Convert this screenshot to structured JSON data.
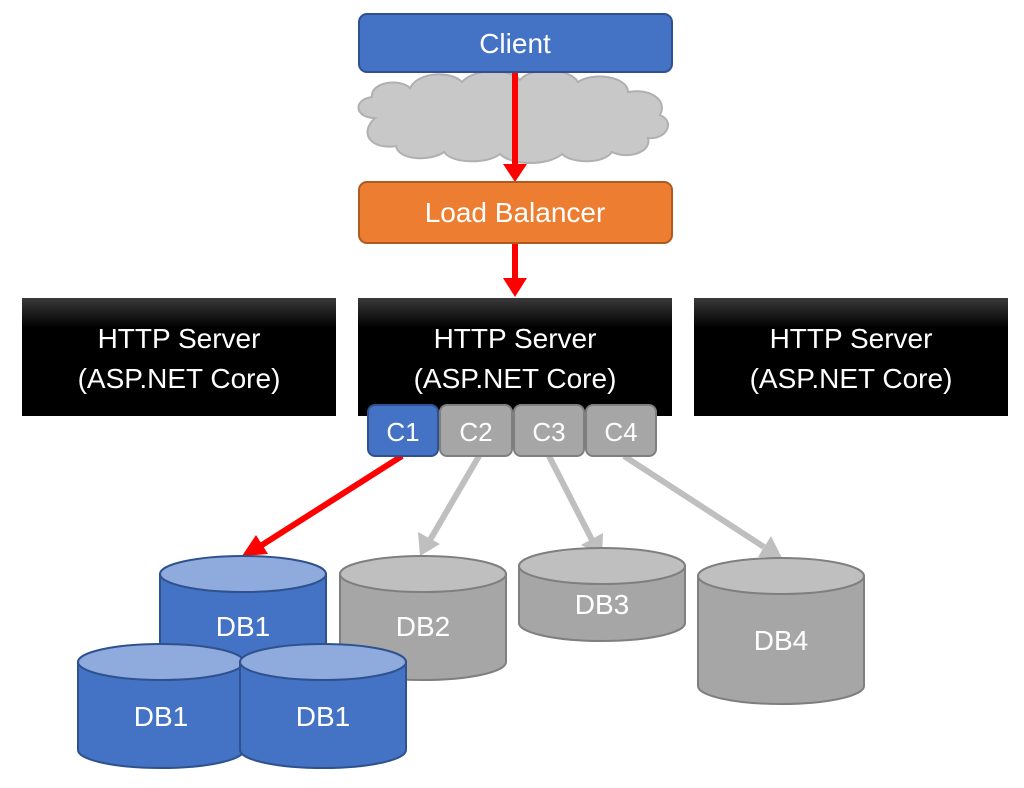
{
  "client": {
    "label": "Client"
  },
  "load_balancer": {
    "label": "Load Balancer"
  },
  "servers": [
    {
      "line1": "HTTP Server",
      "line2": "(ASP.NET Core)"
    },
    {
      "line1": "HTTP Server",
      "line2": "(ASP.NET Core)"
    },
    {
      "line1": "HTTP Server",
      "line2": "(ASP.NET Core)"
    }
  ],
  "connections": [
    {
      "label": "C1",
      "active": true
    },
    {
      "label": "C2",
      "active": false
    },
    {
      "label": "C3",
      "active": false
    },
    {
      "label": "C4",
      "active": false
    }
  ],
  "databases": [
    {
      "label": "DB1",
      "active": true
    },
    {
      "label": "DB2",
      "active": false
    },
    {
      "label": "DB3",
      "active": false
    },
    {
      "label": "DB4",
      "active": false
    },
    {
      "label": "DB1",
      "active": true
    },
    {
      "label": "DB1",
      "active": true
    }
  ],
  "colors": {
    "client": "#4472c4",
    "load_balancer": "#ed7d31",
    "server": "#000000",
    "active": "#4472c4",
    "active_top": "#8faadc",
    "inactive": "#a6a6a6",
    "inactive_top": "#bfbfbf",
    "arrow_active": "#ff0000",
    "arrow_inactive": "#bfbfbf",
    "cloud": "#c8c8c8"
  }
}
